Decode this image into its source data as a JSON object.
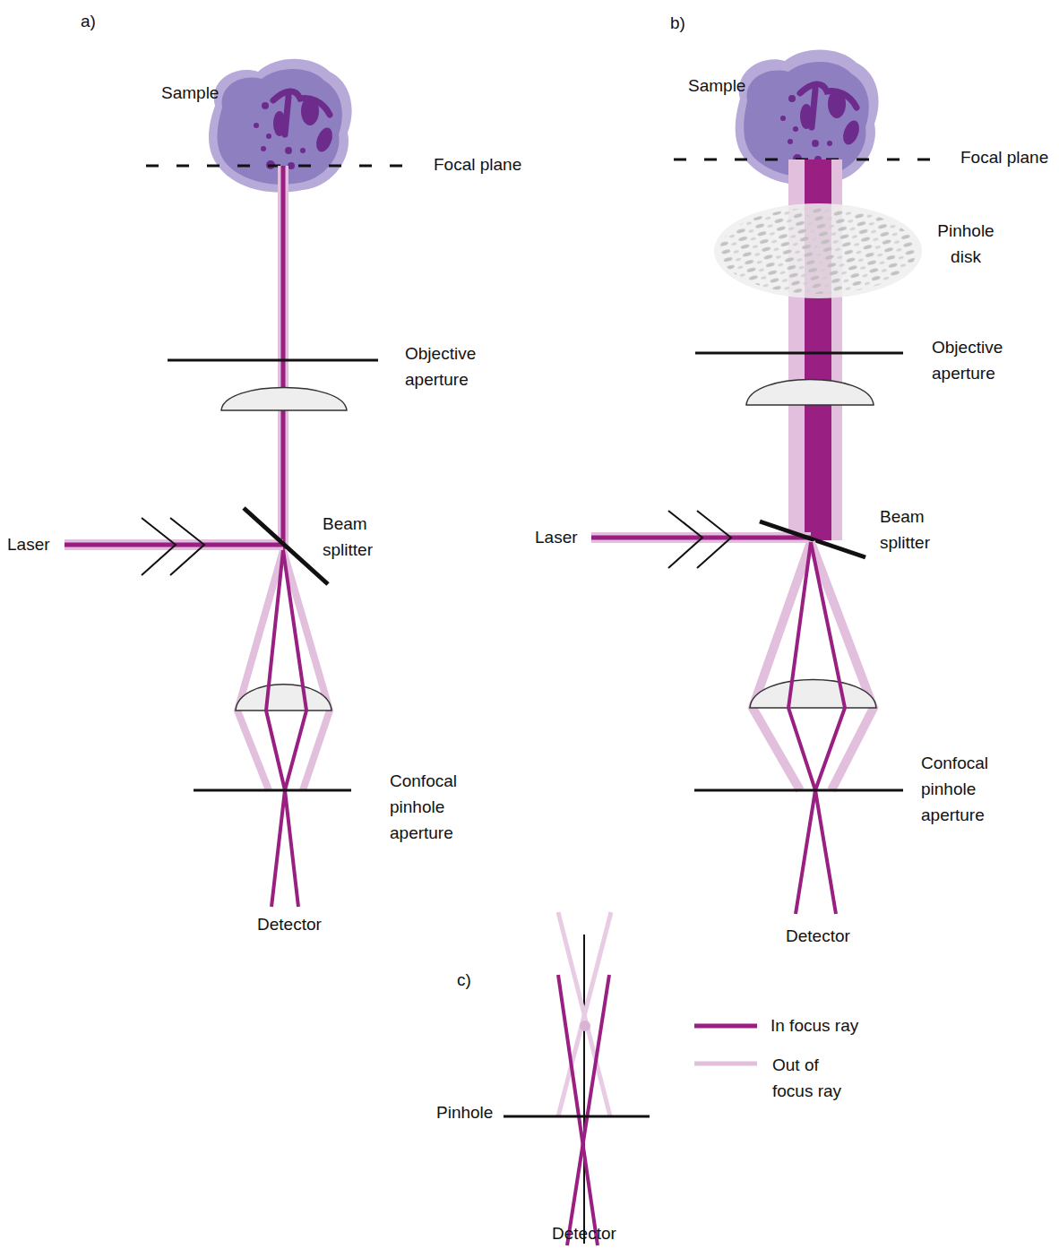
{
  "diagram": {
    "labels": [
      "a)",
      "Sample",
      "Focal plane",
      "Objective aperture",
      "Laser",
      "Beam splitter",
      "Confocal pinhole aperture",
      "Detector",
      "b)",
      "Sample",
      "Focal plane",
      "Pinhole disk",
      "Objective aperture",
      "Laser",
      "Beam splitter",
      "Confocal pinhole aperture",
      "Detector",
      "c)",
      "Pinhole",
      "Detector"
    ],
    "legend": [
      {
        "text": "In focus ray"
      },
      {
        "text": "Out of focus ray"
      }
    ]
  }
}
